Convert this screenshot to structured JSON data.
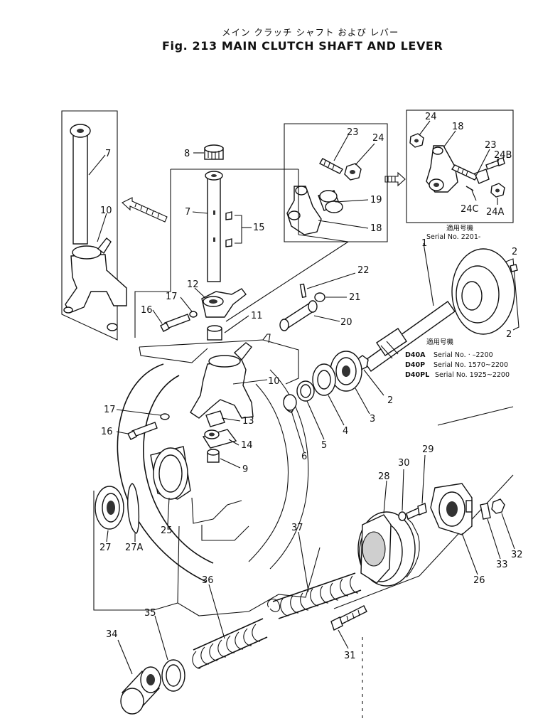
{
  "title": {
    "japanese": "メイン クラッチ シャフト および レバー",
    "english": "Fig. 213  MAIN CLUTCH SHAFT AND LEVER"
  },
  "inset_right": {
    "label_jp": "適用号機",
    "label_serial": "Serial No. 2201-"
  },
  "serial_table": {
    "label_jp": "適用号機",
    "rows": [
      {
        "model": "D40A",
        "serial": "Serial No.  ·  –2200"
      },
      {
        "model": "D40P",
        "serial": "Serial No. 1570~2200"
      },
      {
        "model": "D40PL",
        "serial": "Serial No. 1925~2200"
      }
    ]
  },
  "callouts": {
    "c1": "1",
    "c2a": "2",
    "c2b": "2",
    "c3": "3",
    "c4": "4",
    "c5": "5",
    "c6": "6",
    "c7a": "7",
    "c7b": "7",
    "c8": "8",
    "c9": "9",
    "c10a": "10",
    "c10b": "10",
    "c11": "11",
    "c12": "12",
    "c13": "13",
    "c14": "14",
    "c15": "15",
    "c16a": "16",
    "c16b": "16",
    "c17a": "17",
    "c17b": "17",
    "c18a": "18",
    "c18b": "18",
    "c19": "19",
    "c20": "20",
    "c21": "21",
    "c22": "22",
    "c23a": "23",
    "c23b": "23",
    "c24a": "24",
    "c24b": "24",
    "c24A": "24A",
    "c24B": "24B",
    "c24C": "24C",
    "c25": "25",
    "c26": "26",
    "c27": "27",
    "c27A": "27A",
    "c28": "28",
    "c29": "29",
    "c30": "30",
    "c31": "31",
    "c32": "32",
    "c33": "33",
    "c34": "34",
    "c35": "35",
    "c36": "36",
    "c37": "37"
  }
}
